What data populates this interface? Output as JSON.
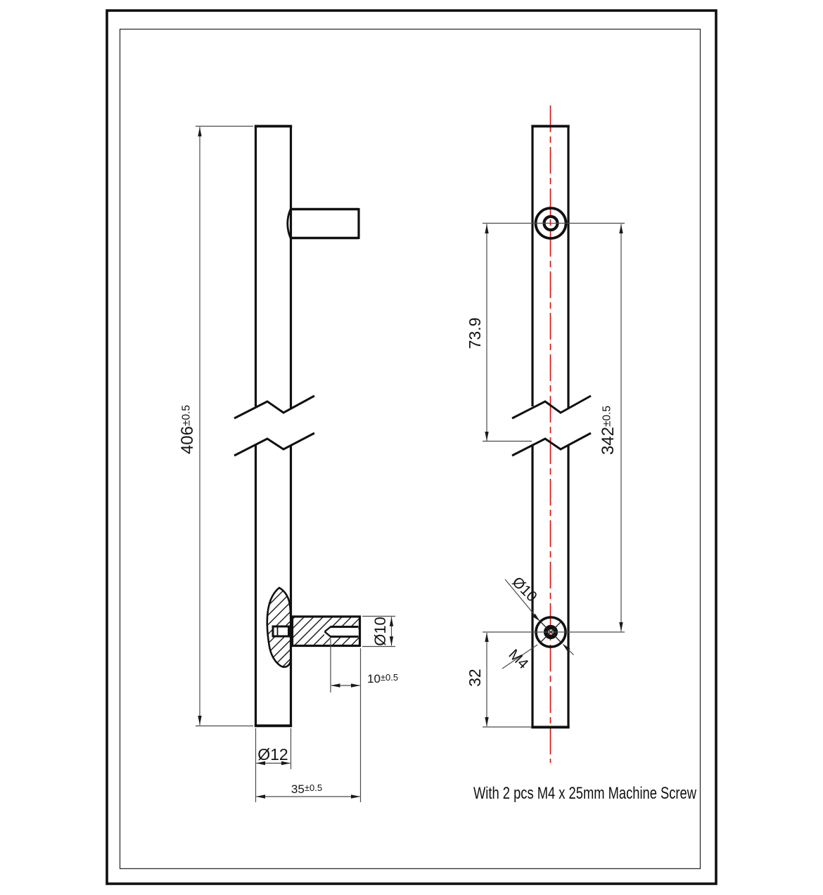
{
  "drawing": {
    "note": "With 2 pcs  M4 x 25mm Machine Screw",
    "colors": {
      "object_line": "#111111",
      "dimension_line": "#4a4a4a",
      "centerline_red": "#d90f0f",
      "paper": "#ffffff"
    },
    "left_view": {
      "overall_length": {
        "value": "406",
        "tolerance": "±0.5"
      },
      "bar_diameter": "Ø12",
      "overall_projection": {
        "value": "35",
        "tolerance": "±0.5"
      },
      "standoff_diameter": "Ø10",
      "thread_depth": {
        "value": "10",
        "tolerance": "±0.5"
      }
    },
    "right_view": {
      "top_hole_dim": "73.9",
      "hole_centers": {
        "value": "342",
        "tolerance": "±0.5"
      },
      "bottom_hole_dim": "32",
      "hole_diameter": "Ø10",
      "thread_size": "M4"
    }
  }
}
